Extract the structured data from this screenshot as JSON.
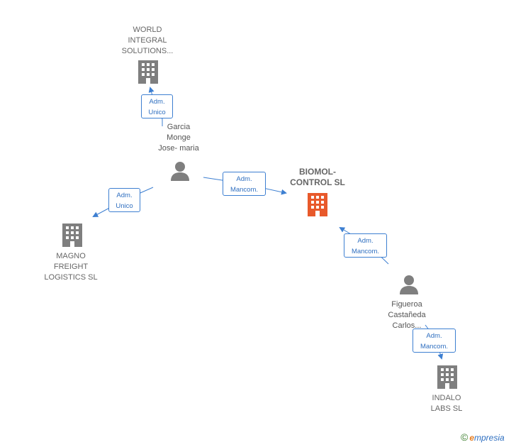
{
  "colors": {
    "edge": "#3d7fd1",
    "company": "#7f7f7f",
    "main_company": "#e8592b",
    "person": "#7f7f7f"
  },
  "nodes": {
    "world_integral": {
      "label": "WORLD\nINTEGRAL\nSOLUTIONS...",
      "icon": "building-icon"
    },
    "garcia": {
      "label": "Garcia\nMonge\nJose- maria",
      "icon": "person-icon"
    },
    "biomol": {
      "label": "BIOMOL-\nCONTROL  SL",
      "icon": "building-icon"
    },
    "magno": {
      "label": "MAGNO\nFREIGHT\nLOGISTICS  SL",
      "icon": "building-icon"
    },
    "figueroa": {
      "label": "Figueroa\nCastañeda\nCarlos...",
      "icon": "person-icon"
    },
    "indalo": {
      "label": "INDALO\nLABS  SL",
      "icon": "building-icon"
    }
  },
  "edges": {
    "garcia_world": "Adm.\nUnico",
    "garcia_magno": "Adm.\nUnico",
    "garcia_biomol": "Adm.\nMancom.",
    "figueroa_biomol": "Adm.\nMancom.",
    "figueroa_indalo": "Adm.\nMancom."
  },
  "brand": {
    "copyright": "©",
    "e": "e",
    "rest": "mpresia"
  }
}
